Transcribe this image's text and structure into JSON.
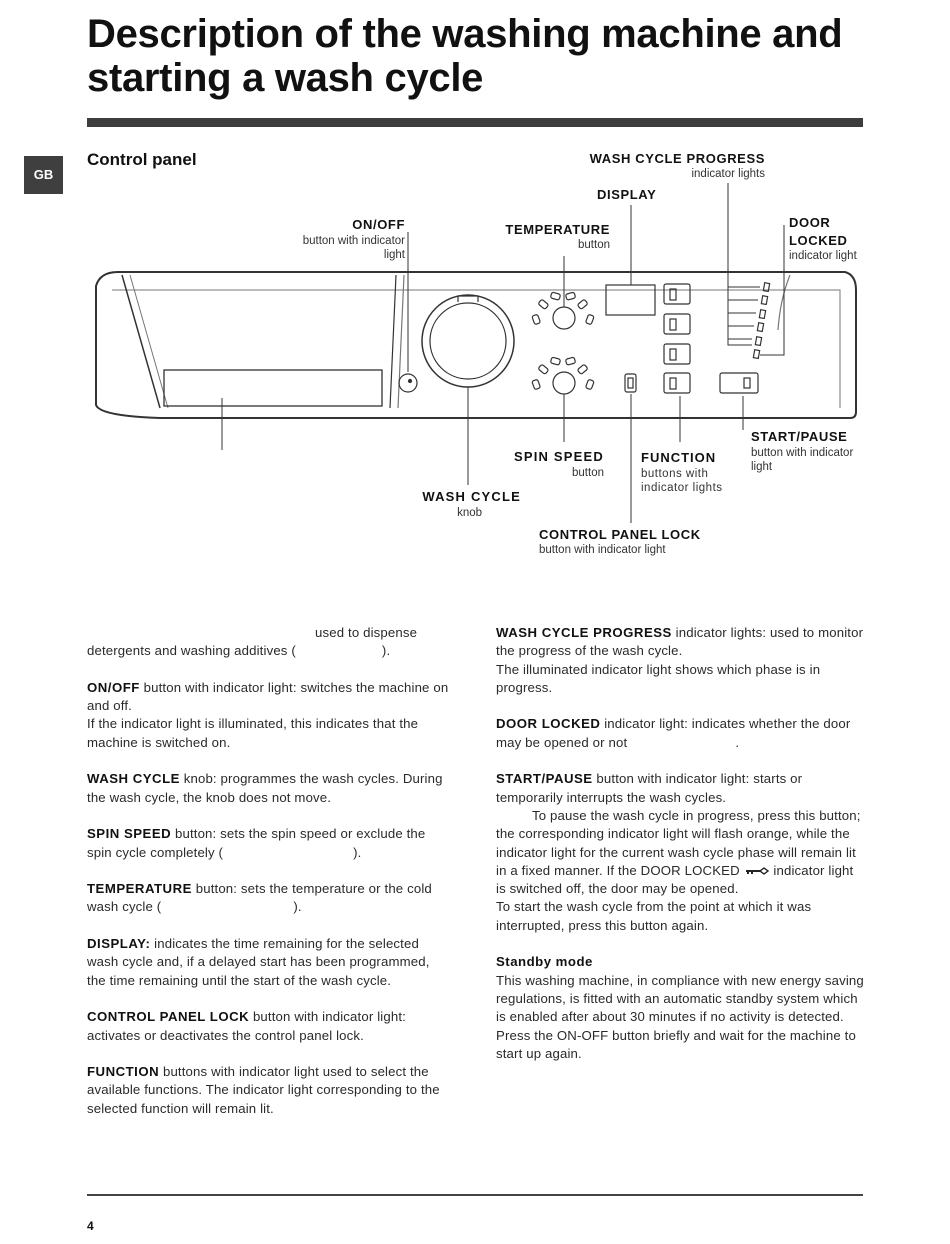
{
  "page": {
    "title": "Description of the washing machine and starting a wash cycle",
    "language_tab": "GB",
    "section": "Control panel",
    "page_number": "4"
  },
  "diagram": {
    "wash_cycle_progress": {
      "label": "WASH CYCLE PROGRESS",
      "sub": "indicator lights"
    },
    "display": {
      "label": "DISPLAY"
    },
    "on_off": {
      "label": "ON/OFF",
      "sub": "button with indicator light"
    },
    "temperature": {
      "label": "TEMPERATURE",
      "sub": "button"
    },
    "door_locked": {
      "label": "DOOR LOCKED",
      "sub": "indicator light"
    },
    "start_pause": {
      "label": "START/PAUSE",
      "sub": "button with indicator light"
    },
    "spin_speed": {
      "label": "SPIN SPEED",
      "sub": "button"
    },
    "function": {
      "label": "FUNCTION",
      "sub": "buttons with indicator lights"
    },
    "wash_cycle": {
      "label": "WASH CYCLE",
      "sub": "knob"
    },
    "control_panel_lock": {
      "label": "CONTROL PANEL LOCK",
      "sub": "button with indicator light"
    }
  },
  "left_column": {
    "p1_a": "used to dispense detergents and washing additives (",
    "p1_b": ").",
    "on_off_term": "ON/OFF",
    "on_off_text": " button with indicator light: switches the machine on and off.",
    "on_off_text2": "If the indicator light is illuminated, this indicates that the machine is switched on.",
    "wash_cycle_term": "WASH CYCLE",
    "wash_cycle_text": " knob: programmes the wash cycles. During the wash cycle, the knob does not move.",
    "spin_term": "SPIN SPEED",
    "spin_text": " button: sets the spin speed or exclude the spin cycle completely (",
    "spin_end": ").",
    "temp_term": "TEMPERATURE",
    "temp_text": " button: sets the temperature or the cold wash cycle (",
    "temp_end": ").",
    "display_term": "DISPLAY:",
    "display_text": " indicates the time remaining for the selected wash cycle and, if a delayed start has been programmed, the time remaining until the start of the wash cycle.",
    "lock_term": "CONTROL PANEL LOCK",
    "lock_text": " button with indicator light: activates or deactivates the control panel lock.",
    "function_term": "FUNCTION",
    "function_text": " buttons with indicator light  used to select the available functions. The indicator light corresponding to the selected function will remain lit."
  },
  "right_column": {
    "progress_term": "WASH CYCLE PROGRESS",
    "progress_text": " indicator lights: used to monitor the progress of the wash cycle.",
    "progress_text2": "The illuminated indicator light shows which phase is in progress.",
    "door_term": "DOOR LOCKED",
    "door_text": " indicator light: indicates whether the door may be opened or not",
    "door_end": ".",
    "start_term": "START/PAUSE",
    "start_text": " button with indicator light: starts or temporarily interrupts the wash cycles.",
    "start_text2": "To pause the wash cycle in progress, press this button; the corresponding indicator light will flash orange, while the indicator light for the current wash cycle phase will remain lit in a fixed manner. If the DOOR LOCKED",
    "start_text3": " indicator light is switched off, the door may be opened.",
    "start_text4": "To start the wash cycle from the point at which it was interrupted, press this button again.",
    "standby_title": "Standby mode",
    "standby_text": "This washing machine, in compliance with new energy saving regulations, is fitted with an automatic standby system which is enabled after about 30 minutes if no activity is detected. Press the ON-OFF button briefly and wait for the machine to start up again."
  }
}
